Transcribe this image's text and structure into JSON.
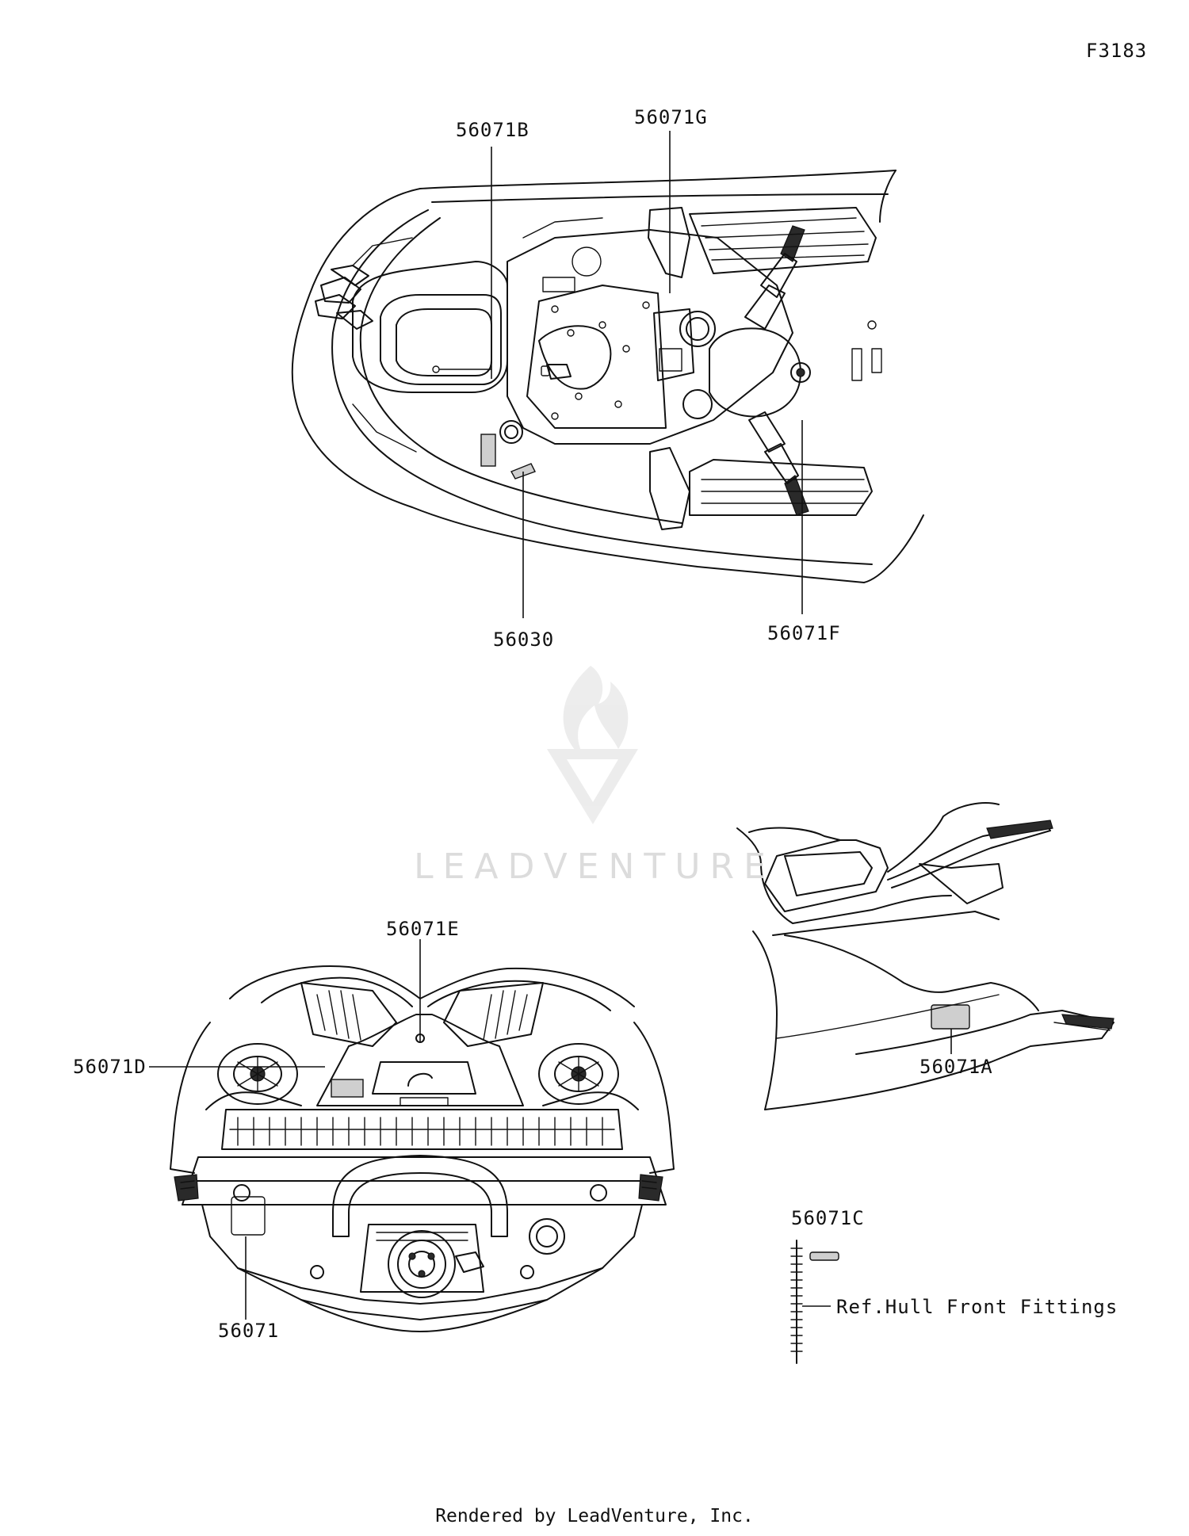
{
  "figure_id": "F3183",
  "callouts": {
    "top": [
      "56071B",
      "56071G",
      "56030",
      "56071F"
    ],
    "rear": [
      "56071E",
      "56071D",
      "56071"
    ],
    "side": [
      "56071A"
    ],
    "inset": [
      "56071C"
    ]
  },
  "reference_note": "Ref.Hull Front Fittings",
  "watermark": "LEADVENTURE",
  "footer": "Rendered by LeadVenture, Inc."
}
